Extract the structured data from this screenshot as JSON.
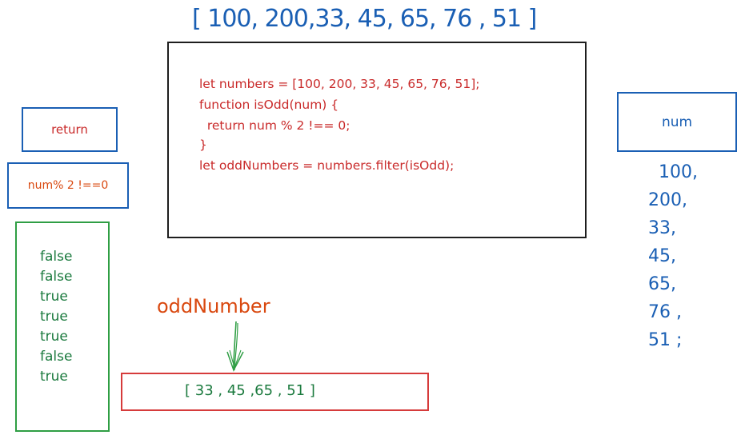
{
  "top_array": "[ 100, 200,33, 45, 65, 76 , 51 ]",
  "code_lines": [
    "let numbers = [100, 200, 33, 45, 65, 76, 51];",
    "function isOdd(num) {",
    "  return num % 2 !== 0;",
    "}",
    "let oddNumbers = numbers.filter(isOdd);"
  ],
  "return_label": "return",
  "condition_label": "num% 2 !==0",
  "num_label": "num",
  "booleans": [
    "false",
    "false",
    "true",
    "true",
    "true",
    "false",
    "true"
  ],
  "numbers_list": [
    "100,",
    "200,",
    "33,",
    "45,",
    "65,",
    "76 ,",
    "51 ;"
  ],
  "odd_label": "oddNumber",
  "result": "[ 33 , 45 ,65 , 51 ]",
  "colors": {
    "blue": "#1a5fb4",
    "red": "#c92a2a",
    "green": "#1b7a3e",
    "orange": "#d9480f",
    "black": "#1e1e1e"
  }
}
